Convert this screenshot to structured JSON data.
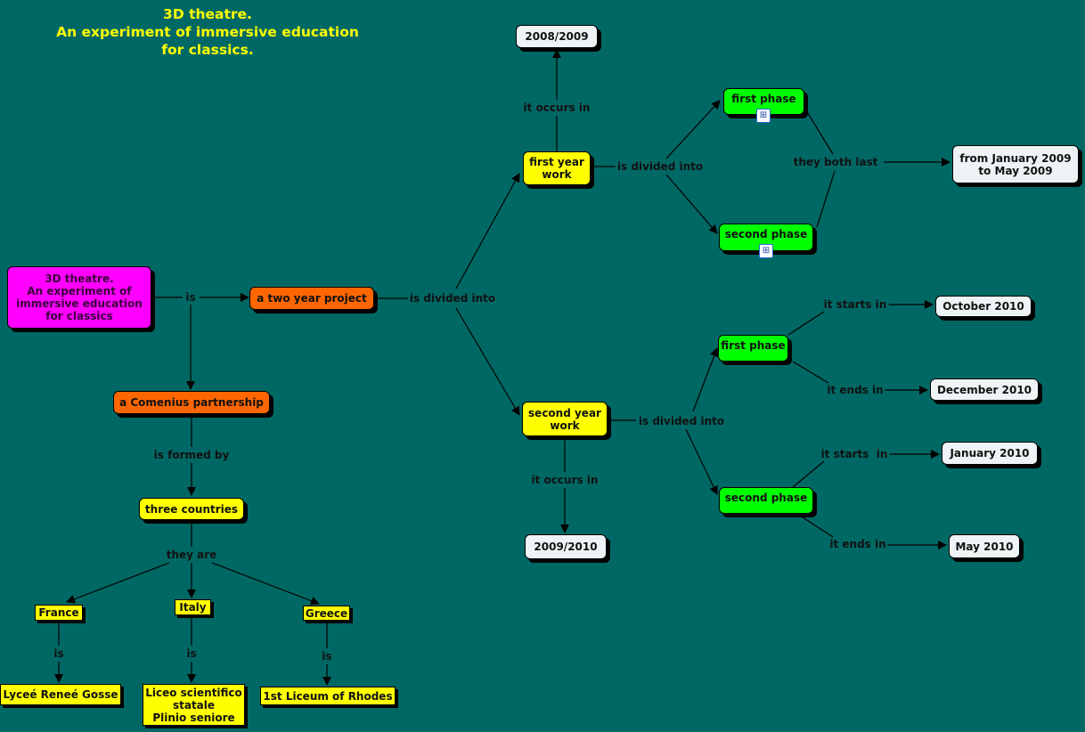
{
  "title": "3D theatre.\nAn experiment of immersive education\nfor classics.",
  "nodes": {
    "main": "3D theatre.\nAn experiment of\nimmersive education\nfor classics",
    "two_year": "a two year project",
    "comenius": "a Comenius partnership",
    "three": "three countries",
    "france": "France",
    "italy": "Italy",
    "greece": "Greece",
    "lycee": "Lyceé Reneé Gosse",
    "liceo": "Liceo scientifico\nstatale\nPlinio seniore",
    "rhodes": "1st Liceum of Rhodes",
    "first_year": "first year\nwork",
    "y2008": "2008/2009",
    "fp1": "first phase",
    "sp1": "second phase",
    "jan_may": "from January 2009\nto May 2009",
    "second_year": "second year\nwork",
    "y2009": "2009/2010",
    "fp2": "first phase",
    "sp2": "second phase",
    "oct": "October 2010",
    "dec": "December 2010",
    "jan": "January 2010",
    "may": "May 2010"
  },
  "links": {
    "is1": "is",
    "div1": "is divided into",
    "formed": "is formed by",
    "they_are": "they are",
    "is_fr": "is",
    "is_it": "is",
    "is_gr": "is",
    "occurs1": "it occurs in",
    "div2": "is divided into",
    "both": "they both last",
    "div3": "is divided into",
    "occurs2": "it occurs in",
    "starts1": "it starts in",
    "ends1": "it ends in",
    "starts2": "it starts  in",
    "ends2": "it ends in"
  },
  "colors": {
    "background": "#006864",
    "root": "#ff00ff",
    "orange": "#ff6600",
    "yellow": "#ffff00",
    "green": "#00ff00",
    "white": "#eef4f5"
  }
}
